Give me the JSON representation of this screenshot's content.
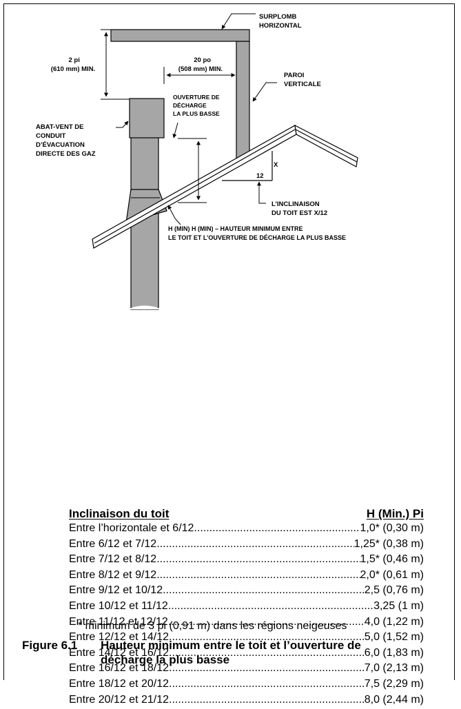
{
  "diagram": {
    "surplomb": [
      "SURPLOMB",
      "HORIZONTAL"
    ],
    "paroi": [
      "PAROI",
      "VERTICALE"
    ],
    "dim_2pi": [
      "2 pi",
      "(610 mm) MIN."
    ],
    "dim_20po": [
      "20 po",
      "(508 mm) MIN."
    ],
    "ouverture": [
      "OUVERTURE DE",
      "DÉCHARGE",
      "LA PLUS BASSE"
    ],
    "abat_vent": [
      "ABAT-VENT DE",
      "CONDUIT",
      "D’ÉVACUATION",
      "DIRECTE DES GAZ"
    ],
    "x_label": "X",
    "twelve_label": "12",
    "inclinaison": [
      "L’INCLINAISON",
      "DU TOIT EST X/12"
    ],
    "hmin": [
      "H (MIN) H (MIN) – HAUTEUR MINIMUM ENTRE",
      "LE TOIT ET L’OUVERTURE DE DÉCHARGE LA PLUS BASSE"
    ]
  },
  "table": {
    "header_left": "Inclinaison du toit",
    "header_right": "H (Min.) Pi",
    "rows": [
      {
        "label": "Entre l’horizontale et 6/12",
        "value": "1,0* (0,30 m)"
      },
      {
        "label": "Entre 6/12 et 7/12",
        "value": "1,25* (0,38 m)"
      },
      {
        "label": "Entre 7/12 et 8/12",
        "value": "1,5* (0,46 m)"
      },
      {
        "label": "Entre 8/12 et 9/12",
        "value": "2,0* (0,61 m)"
      },
      {
        "label": "Entre 9/12 et 10/12",
        "value": "2,5 (0,76 m)"
      },
      {
        "label": "Entre 10/12 et 11/12",
        "value": "3,25 (1 m)"
      },
      {
        "label": "Entre 11/12 et 12/12",
        "value": "4,0 (1,22 m)"
      },
      {
        "label": "Entre 12/12 et 14/12",
        "value": "5,0 (1,52 m)"
      },
      {
        "label": "Entre 14/12 et 16/12",
        "value": "6,0 (1,83 m)"
      },
      {
        "label": "Entre 16/12 et 18/12",
        "value": "7,0 (2,13 m)"
      },
      {
        "label": "Entre 18/12 et 20/12",
        "value": "7,5 (2,29 m)"
      },
      {
        "label": "Entre 20/12 et 21/12",
        "value": "8,0 (2,44 m)"
      }
    ]
  },
  "note": "* minimum de 3 pi (0,91 m) dans les régions neigeuses",
  "caption": {
    "number": "Figure 6.1",
    "line1": "Hauteur minimum entre le toit et l’ouverture de",
    "line2": "décharge la plus basse"
  },
  "colors": {
    "fill_gray": "#a6a6a6",
    "line": "#000000"
  }
}
